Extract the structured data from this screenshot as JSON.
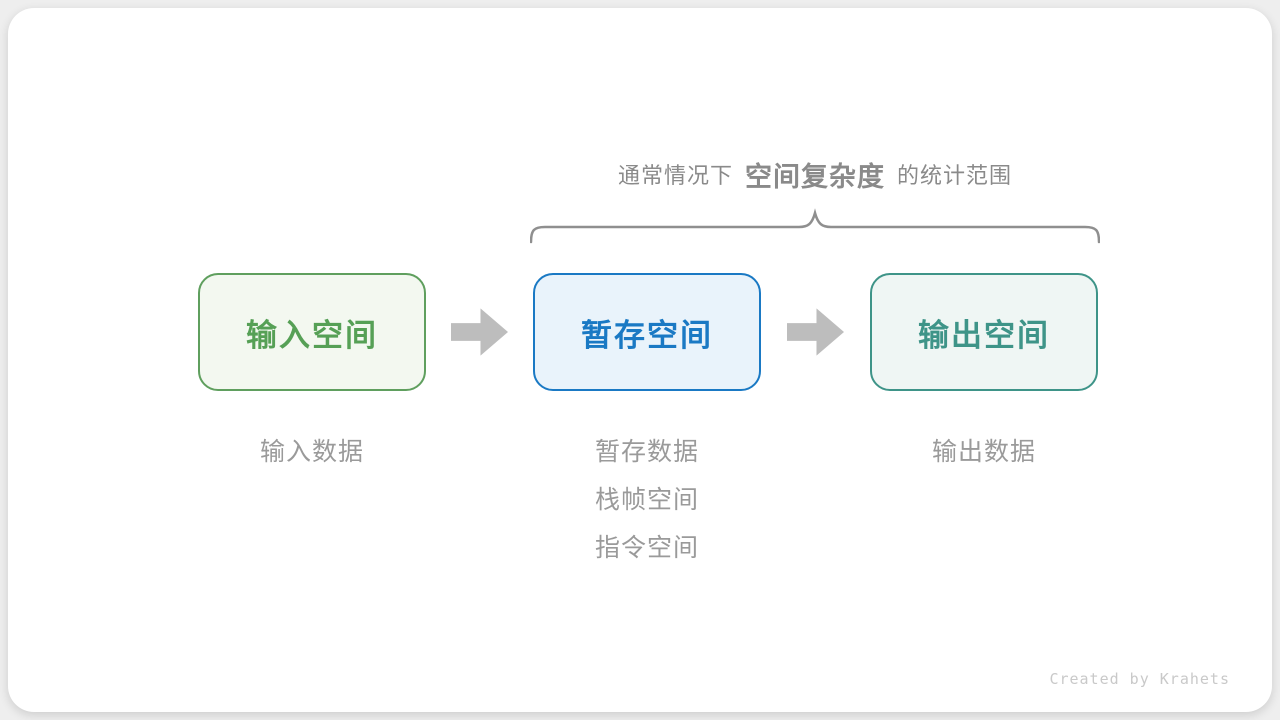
{
  "page": {
    "background": "#eeeeee",
    "card_background": "#ffffff"
  },
  "annotation": {
    "prefix": "通常情况下",
    "highlight": "空间复杂度",
    "suffix": "的统计范围",
    "color": "#8a8a8a"
  },
  "brace": {
    "icon": "curly-brace-horizontal",
    "color": "#8f8f8f"
  },
  "boxes": [
    {
      "label": "输入空间",
      "border": "#5f9f5e",
      "bg": "#f3f8f0",
      "text": "#56a056"
    },
    {
      "label": "暂存空间",
      "border": "#1a79c4",
      "bg": "#e9f3fb",
      "text": "#1a79c4"
    },
    {
      "label": "输出空间",
      "border": "#3e9488",
      "bg": "#eff6f4",
      "text": "#3e9488"
    }
  ],
  "arrows": [
    {
      "icon": "arrow-right",
      "color": "#bdbdbd"
    },
    {
      "icon": "arrow-right",
      "color": "#bdbdbd"
    }
  ],
  "captions": {
    "color": "#9a9a9a",
    "input": {
      "line1": "输入数据"
    },
    "temp": {
      "line1": "暂存数据",
      "line2": "栈帧空间",
      "line3": "指令空间"
    },
    "output": {
      "line1": "输出数据"
    }
  },
  "footer": {
    "credit": "Created by Krahets",
    "color": "#c9c9c9"
  }
}
